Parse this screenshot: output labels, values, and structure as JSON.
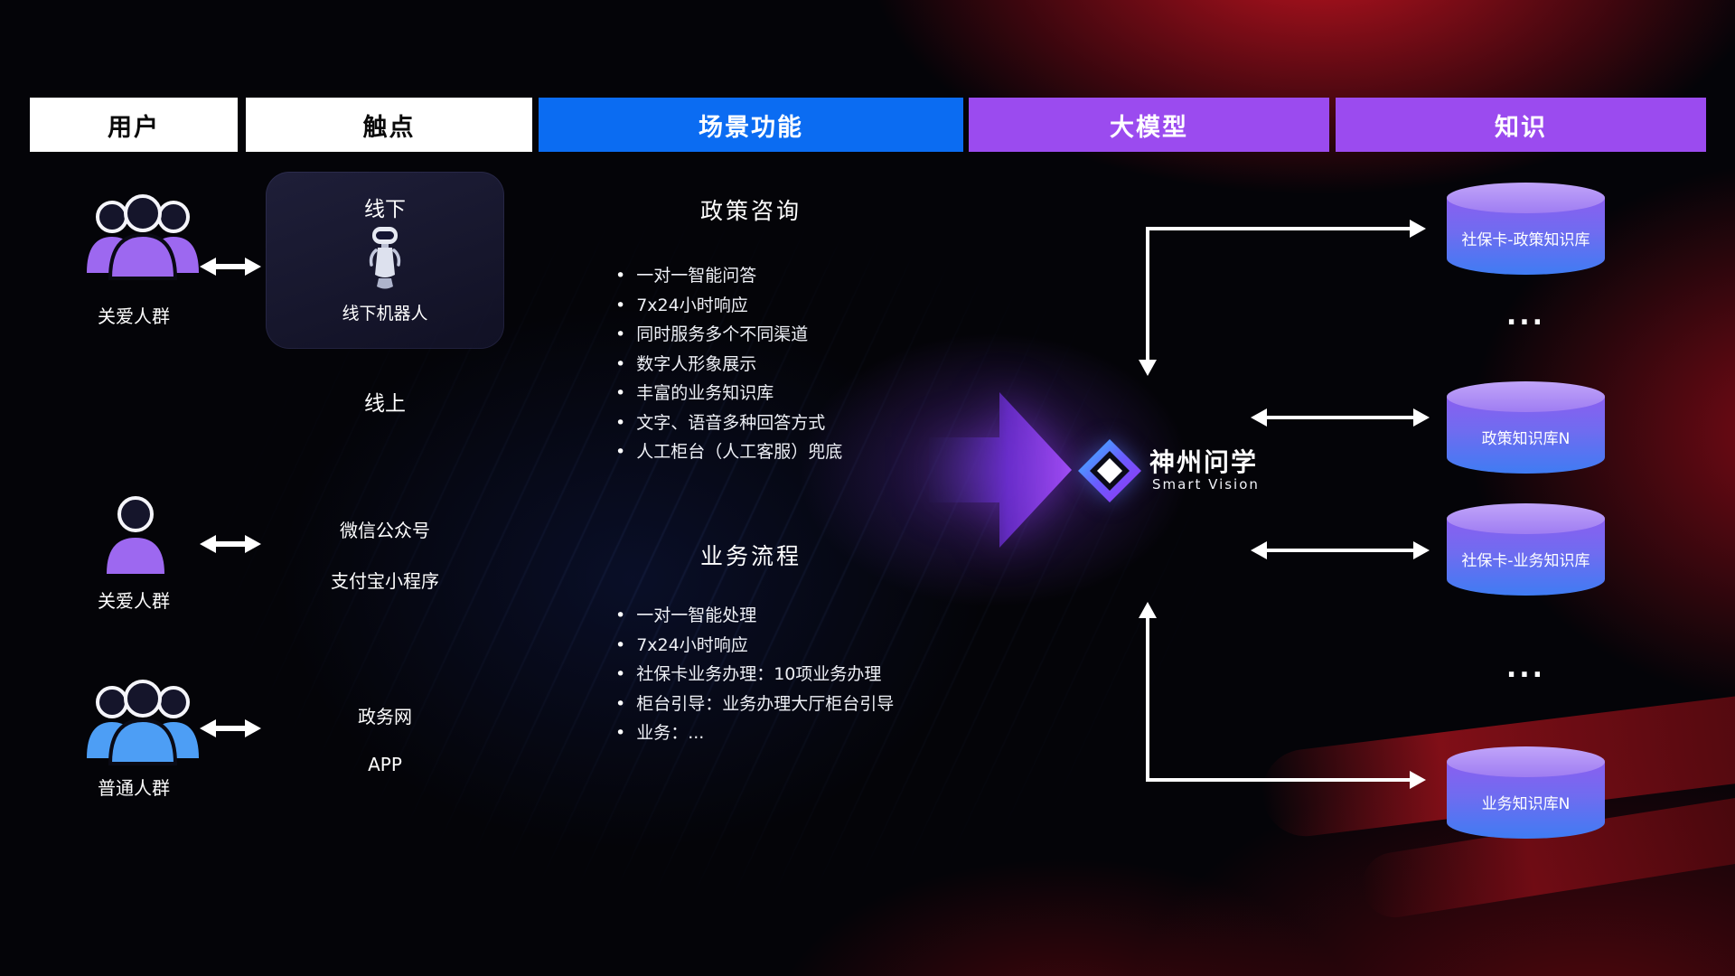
{
  "headers": [
    {
      "label": "用户"
    },
    {
      "label": "触点"
    },
    {
      "label": "场景功能"
    },
    {
      "label": "大模型"
    },
    {
      "label": "知识"
    }
  ],
  "users": [
    {
      "label": "关爱人群",
      "type": "group",
      "color": "#9d68f0"
    },
    {
      "label": "关爱人群",
      "type": "single",
      "color": "#9d68f0"
    },
    {
      "label": "普通人群",
      "type": "group",
      "color": "#4d9ef5"
    }
  ],
  "touchpoints": {
    "offline_title": "线下",
    "offline_robot_label": "线下机器人",
    "online_title": "线上",
    "items": [
      "微信公众号",
      "支付宝小程序",
      "政务网",
      "APP"
    ]
  },
  "scenarios": [
    {
      "title": "政策咨询",
      "items": [
        "一对一智能问答",
        "7x24小时响应",
        "同时服务多个不同渠道",
        "数字人形象展示",
        "丰富的业务知识库",
        "文字、语音多种回答方式",
        "人工柜台（人工客服）兜底"
      ]
    },
    {
      "title": "业务流程",
      "items": [
        "一对一智能处理",
        "7x24小时响应",
        "社保卡业务办理：10项业务办理",
        "柜台引导：业务办理大厅柜台引导",
        "业务：..."
      ]
    }
  ],
  "model": {
    "name": "神州问学",
    "subtitle": "Smart Vision"
  },
  "knowledge": {
    "databases": [
      "社保卡-政策知识库",
      "政策知识库N",
      "社保卡-业务知识库",
      "业务知识库N"
    ],
    "ellipsis": "..."
  },
  "colors": {
    "header_blue": "#0b6cf2",
    "header_purple": "#9b4bef",
    "db_top": "#b093f5",
    "db_body_top": "#8a5ff0",
    "db_body_bottom": "#3f7cf3",
    "accent_purple": "#8b3df0",
    "red_glow": "#c8121e"
  }
}
